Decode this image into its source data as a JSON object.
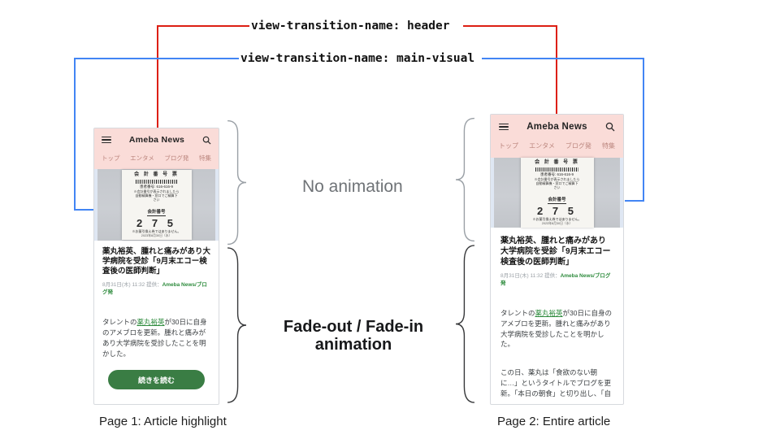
{
  "diagram": {
    "labels": {
      "header_transition": "view-transition-name: header",
      "main_visual_transition": "view-transition-name: main-visual",
      "no_animation": "No animation",
      "fade_animation_line1": "Fade-out / Fade-in",
      "fade_animation_line2": "animation",
      "page1_caption": "Page 1: Article highlight",
      "page2_caption": "Page 2: Entire article"
    },
    "colors": {
      "header_line_red": "#dd1f13",
      "main_visual_line_blue": "#4285f4",
      "app_header_pink": "#fadcd8",
      "ameba_green": "#2e8b3d",
      "button_green": "#3a7d44"
    }
  },
  "app": {
    "brand": "Ameba News",
    "tabs": [
      "トップ",
      "エンタメ",
      "ブログ発",
      "特集"
    ],
    "ticket": {
      "title": "会 計 番 号 票",
      "patient_no": "患者番号: 616-616-9",
      "notice_line1": "※会計番号が表示されましたら",
      "notice_line2": "自動精算機・窓口でご精算下",
      "notice_line3": "さい",
      "number_label": "会計番号",
      "number": "2 7 5",
      "footnote": "※お薬引換え券ではありません。",
      "date": "2023年8月30日（水）"
    },
    "article": {
      "title": "薬丸裕英、腫れと痛みがあり大学病院を受診「9月末エコー検査後の医師判断」",
      "date": "8月31日(木) 11:32",
      "provider_label": "提供：",
      "provider": "Ameba News/ブログ発",
      "para1_prefix": "タレントの",
      "para1_link": "薬丸裕英",
      "para1_suffix": "が30日に自身のアメブロを更新。腫れと痛みがあり大学病院を受診したことを明かした。",
      "para2": "この日、薬丸は「食欲のない朝に…」というタイトルでブログを更新。「本日の朝食」と切り出し、「自",
      "read_more": "続きを読む"
    }
  }
}
